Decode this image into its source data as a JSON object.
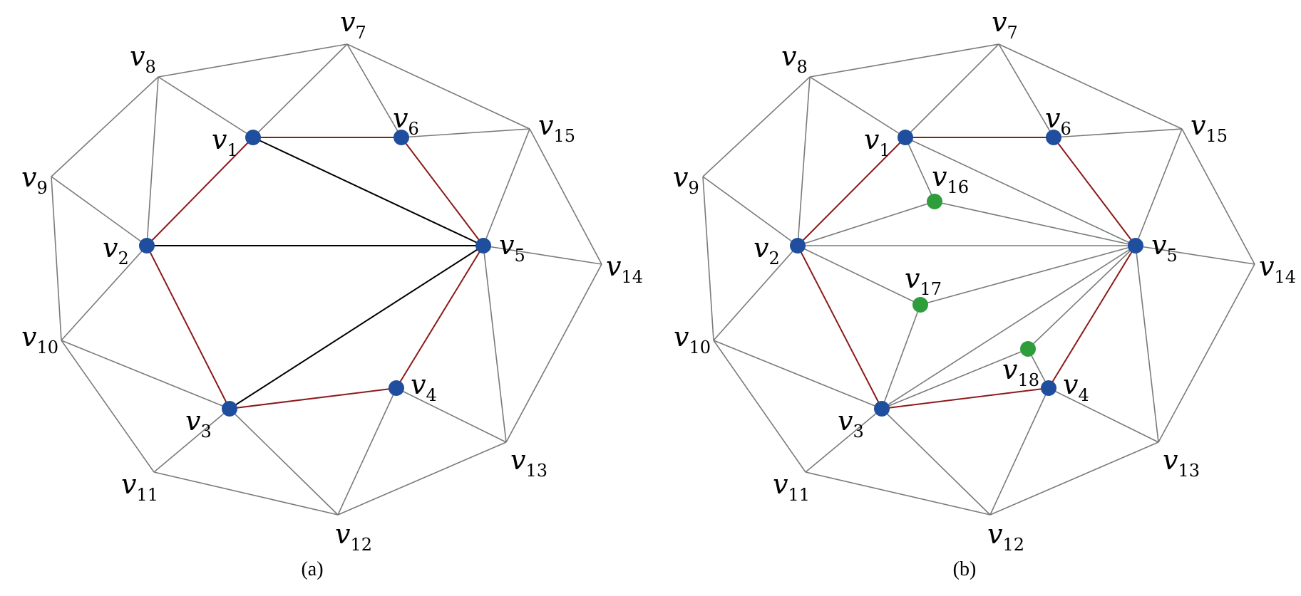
{
  "colors": {
    "edge": "#7a7a7a",
    "highlight_edge": "#8b1a1a",
    "diagonal_edge": "#000000",
    "original_vertex": "#1f4e9e",
    "new_vertex": "#2e9e3a"
  },
  "panels": [
    {
      "id": "a",
      "caption": "(a)",
      "vertices": [
        {
          "id": "1",
          "letter": "v",
          "sub": "1"
        },
        {
          "id": "2",
          "letter": "v",
          "sub": "2"
        },
        {
          "id": "3",
          "letter": "v",
          "sub": "3"
        },
        {
          "id": "4",
          "letter": "v",
          "sub": "4"
        },
        {
          "id": "5",
          "letter": "v",
          "sub": "5"
        },
        {
          "id": "6",
          "letter": "v",
          "sub": "6"
        },
        {
          "id": "7",
          "letter": "v",
          "sub": "7"
        },
        {
          "id": "8",
          "letter": "v",
          "sub": "8"
        },
        {
          "id": "9",
          "letter": "v",
          "sub": "9"
        },
        {
          "id": "10",
          "letter": "v",
          "sub": "10"
        },
        {
          "id": "11",
          "letter": "v",
          "sub": "11"
        },
        {
          "id": "12",
          "letter": "v",
          "sub": "12"
        },
        {
          "id": "13",
          "letter": "v",
          "sub": "13"
        },
        {
          "id": "14",
          "letter": "v",
          "sub": "14"
        },
        {
          "id": "15",
          "letter": "v",
          "sub": "15"
        }
      ],
      "dots": [
        {
          "vertex": "1",
          "kind": "original"
        },
        {
          "vertex": "2",
          "kind": "original"
        },
        {
          "vertex": "3",
          "kind": "original"
        },
        {
          "vertex": "4",
          "kind": "original"
        },
        {
          "vertex": "5",
          "kind": "original"
        },
        {
          "vertex": "6",
          "kind": "original"
        }
      ],
      "edges": [
        [
          "1",
          "6",
          "highlight"
        ],
        [
          "6",
          "5",
          "highlight"
        ],
        [
          "5",
          "4",
          "highlight"
        ],
        [
          "4",
          "3",
          "highlight"
        ],
        [
          "3",
          "2",
          "highlight"
        ],
        [
          "2",
          "1",
          "highlight"
        ],
        [
          "1",
          "5",
          "diagonal"
        ],
        [
          "2",
          "5",
          "diagonal"
        ],
        [
          "3",
          "5",
          "diagonal"
        ],
        [
          "7",
          "8",
          "edge"
        ],
        [
          "8",
          "9",
          "edge"
        ],
        [
          "9",
          "10",
          "edge"
        ],
        [
          "10",
          "11",
          "edge"
        ],
        [
          "11",
          "12",
          "edge"
        ],
        [
          "12",
          "13",
          "edge"
        ],
        [
          "13",
          "14",
          "edge"
        ],
        [
          "14",
          "15",
          "edge"
        ],
        [
          "15",
          "7",
          "edge"
        ],
        [
          "8",
          "1",
          "edge"
        ],
        [
          "8",
          "2",
          "edge"
        ],
        [
          "9",
          "2",
          "edge"
        ],
        [
          "10",
          "2",
          "edge"
        ],
        [
          "10",
          "3",
          "edge"
        ],
        [
          "11",
          "3",
          "edge"
        ],
        [
          "12",
          "3",
          "edge"
        ],
        [
          "12",
          "4",
          "edge"
        ],
        [
          "13",
          "4",
          "edge"
        ],
        [
          "13",
          "5",
          "edge"
        ],
        [
          "14",
          "5",
          "edge"
        ],
        [
          "15",
          "5",
          "edge"
        ],
        [
          "15",
          "6",
          "edge"
        ],
        [
          "7",
          "6",
          "edge"
        ],
        [
          "7",
          "1",
          "edge"
        ]
      ]
    },
    {
      "id": "b",
      "caption": "(b)",
      "vertices": [
        {
          "id": "1",
          "letter": "v",
          "sub": "1"
        },
        {
          "id": "2",
          "letter": "v",
          "sub": "2"
        },
        {
          "id": "3",
          "letter": "v",
          "sub": "3"
        },
        {
          "id": "4",
          "letter": "v",
          "sub": "4"
        },
        {
          "id": "5",
          "letter": "v",
          "sub": "5"
        },
        {
          "id": "6",
          "letter": "v",
          "sub": "6"
        },
        {
          "id": "7",
          "letter": "v",
          "sub": "7"
        },
        {
          "id": "8",
          "letter": "v",
          "sub": "8"
        },
        {
          "id": "9",
          "letter": "v",
          "sub": "9"
        },
        {
          "id": "10",
          "letter": "v",
          "sub": "10"
        },
        {
          "id": "11",
          "letter": "v",
          "sub": "11"
        },
        {
          "id": "12",
          "letter": "v",
          "sub": "12"
        },
        {
          "id": "13",
          "letter": "v",
          "sub": "13"
        },
        {
          "id": "14",
          "letter": "v",
          "sub": "14"
        },
        {
          "id": "15",
          "letter": "v",
          "sub": "15"
        },
        {
          "id": "16",
          "letter": "v",
          "sub": "16"
        },
        {
          "id": "17",
          "letter": "v",
          "sub": "17"
        },
        {
          "id": "18",
          "letter": "v",
          "sub": "18"
        }
      ],
      "dots": [
        {
          "vertex": "1",
          "kind": "original"
        },
        {
          "vertex": "2",
          "kind": "original"
        },
        {
          "vertex": "3",
          "kind": "original"
        },
        {
          "vertex": "4",
          "kind": "original"
        },
        {
          "vertex": "5",
          "kind": "original"
        },
        {
          "vertex": "6",
          "kind": "original"
        },
        {
          "vertex": "16",
          "kind": "new"
        },
        {
          "vertex": "17",
          "kind": "new"
        },
        {
          "vertex": "18",
          "kind": "new"
        }
      ],
      "edges": [
        [
          "1",
          "6",
          "highlight"
        ],
        [
          "6",
          "5",
          "highlight"
        ],
        [
          "5",
          "4",
          "highlight"
        ],
        [
          "4",
          "3",
          "highlight"
        ],
        [
          "3",
          "2",
          "highlight"
        ],
        [
          "2",
          "1",
          "highlight"
        ],
        [
          "1",
          "16",
          "edge"
        ],
        [
          "16",
          "2",
          "edge"
        ],
        [
          "16",
          "5",
          "edge"
        ],
        [
          "1",
          "5",
          "edge"
        ],
        [
          "2",
          "5",
          "edge"
        ],
        [
          "2",
          "17",
          "edge"
        ],
        [
          "17",
          "5",
          "edge"
        ],
        [
          "17",
          "3",
          "edge"
        ],
        [
          "3",
          "5",
          "edge"
        ],
        [
          "18",
          "5",
          "edge"
        ],
        [
          "18",
          "3",
          "edge"
        ],
        [
          "18",
          "4",
          "edge"
        ],
        [
          "7",
          "8",
          "edge"
        ],
        [
          "8",
          "9",
          "edge"
        ],
        [
          "9",
          "10",
          "edge"
        ],
        [
          "10",
          "11",
          "edge"
        ],
        [
          "11",
          "12",
          "edge"
        ],
        [
          "12",
          "13",
          "edge"
        ],
        [
          "13",
          "14",
          "edge"
        ],
        [
          "14",
          "15",
          "edge"
        ],
        [
          "15",
          "7",
          "edge"
        ],
        [
          "8",
          "1",
          "edge"
        ],
        [
          "8",
          "2",
          "edge"
        ],
        [
          "9",
          "2",
          "edge"
        ],
        [
          "10",
          "2",
          "edge"
        ],
        [
          "10",
          "3",
          "edge"
        ],
        [
          "11",
          "3",
          "edge"
        ],
        [
          "12",
          "3",
          "edge"
        ],
        [
          "12",
          "4",
          "edge"
        ],
        [
          "13",
          "4",
          "edge"
        ],
        [
          "13",
          "5",
          "edge"
        ],
        [
          "14",
          "5",
          "edge"
        ],
        [
          "15",
          "5",
          "edge"
        ],
        [
          "15",
          "6",
          "edge"
        ],
        [
          "7",
          "6",
          "edge"
        ],
        [
          "7",
          "1",
          "edge"
        ]
      ]
    }
  ]
}
